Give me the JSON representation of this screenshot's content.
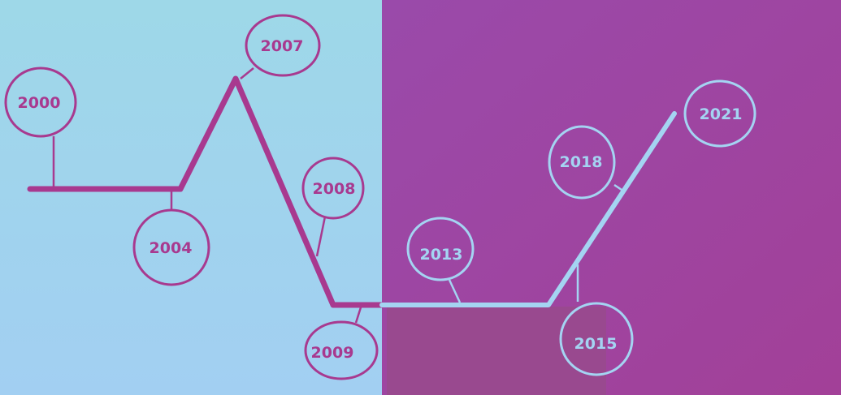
{
  "colors": {
    "left_bg_start": "#9ED8E8",
    "left_bg_end": "#9DCFF0",
    "right_bg": "#9A4AA8",
    "magenta": "#A8398F",
    "light_blue": "#A4D4F2"
  },
  "milestones": [
    {
      "year": "2000"
    },
    {
      "year": "2004"
    },
    {
      "year": "2007"
    },
    {
      "year": "2008"
    },
    {
      "year": "2009"
    },
    {
      "year": "2013"
    },
    {
      "year": "2015"
    },
    {
      "year": "2018"
    },
    {
      "year": "2021"
    }
  ]
}
